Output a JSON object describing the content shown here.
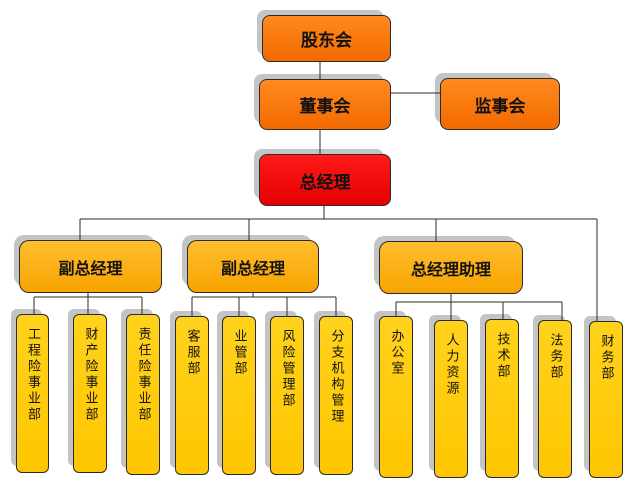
{
  "colors": {
    "orange": "#f26a00",
    "red": "#e60000",
    "amber": "#f7a400",
    "yellow": "#ffc600",
    "shadow": "#c4c4c4",
    "line": "#2b2b2b"
  },
  "org": {
    "shareholders": "股东会",
    "board": "董事会",
    "supervisors": "监事会",
    "ceo": "总经理",
    "vp1": "副总经理",
    "vp2": "副总经理",
    "assistant": "总经理助理",
    "departments": [
      "工程险事业部",
      "财产险事业部",
      "责任险事业部",
      "客服部",
      "业管部",
      "风险管理部",
      "分支机构管理",
      "办公室",
      "人力资源",
      "技术部",
      "法务部",
      "财务部"
    ]
  }
}
